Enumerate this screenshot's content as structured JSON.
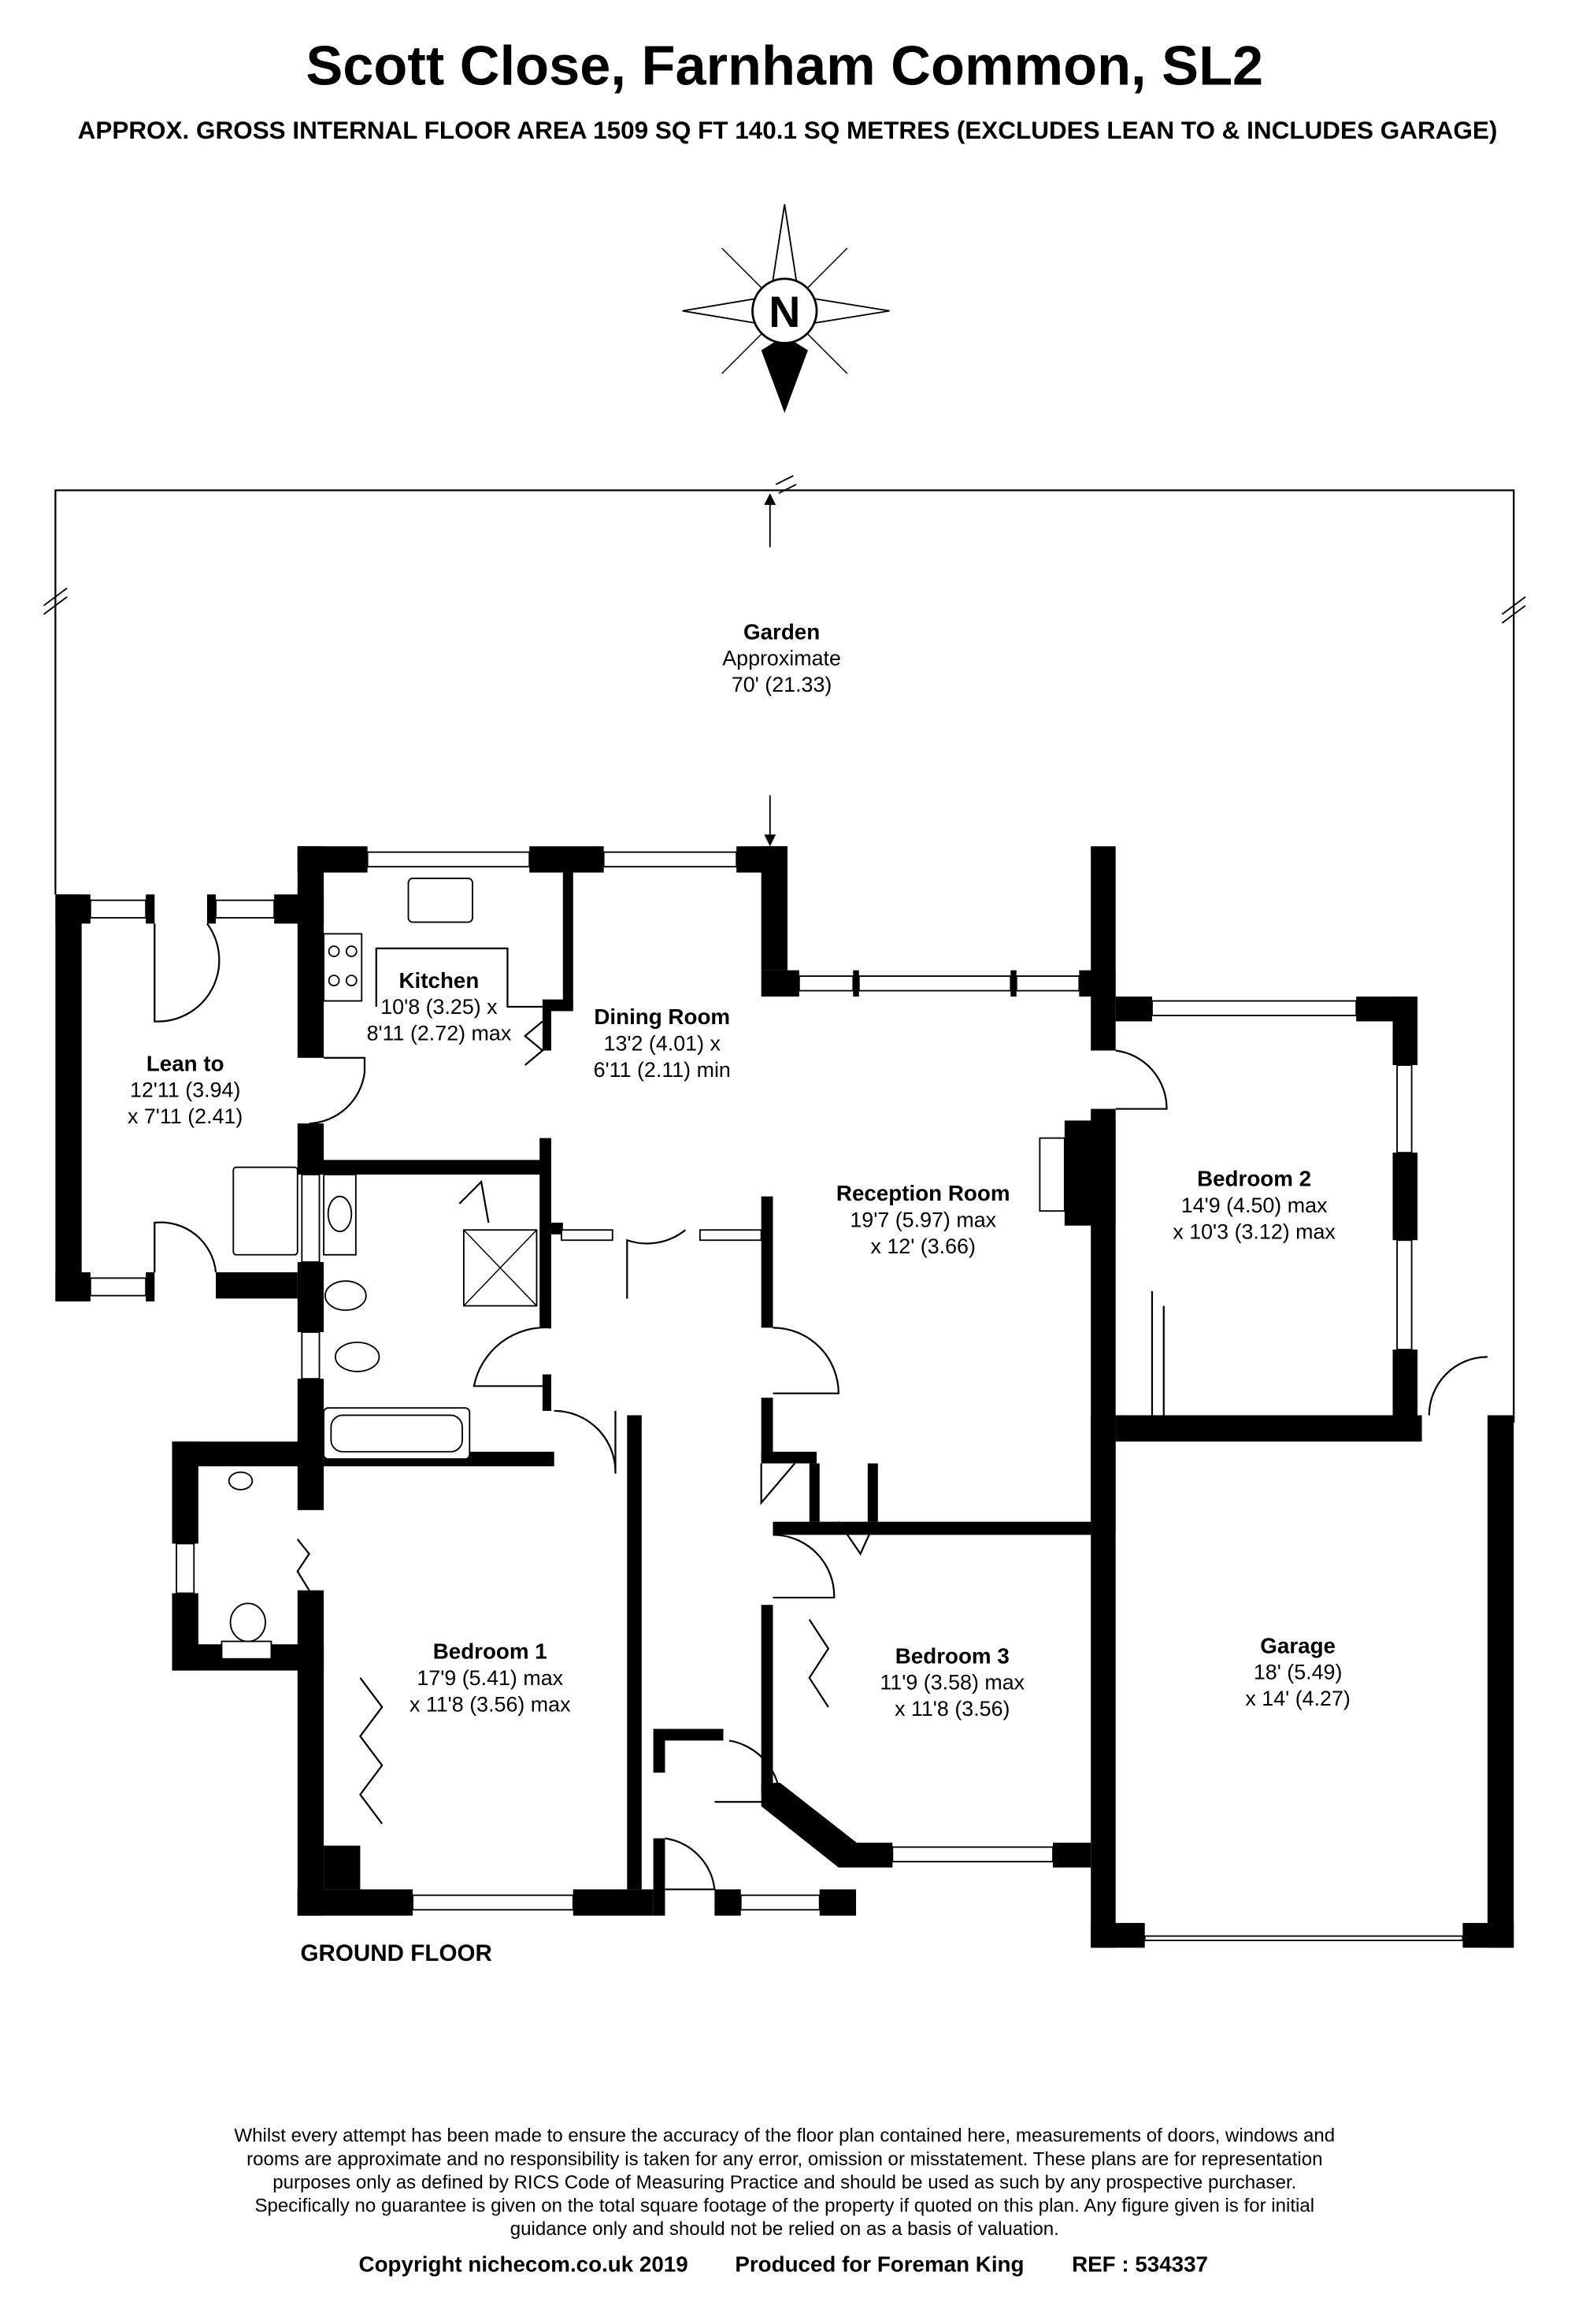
{
  "header": {
    "title": "Scott Close, Farnham Common, SL2",
    "subtitle": "APPROX. GROSS INTERNAL FLOOR AREA 1509 SQ FT 140.1 SQ METRES (EXCLUDES LEAN TO & INCLUDES GARAGE)"
  },
  "compass": {
    "label": "N"
  },
  "garden": {
    "name": "Garden",
    "line1": "Approximate",
    "line2": "70' (21.33)"
  },
  "rooms": {
    "lean_to": {
      "name": "Lean to",
      "dim1": "12'11 (3.94)",
      "dim2": "x 7'11 (2.41)"
    },
    "kitchen": {
      "name": "Kitchen",
      "dim1": "10'8 (3.25) x",
      "dim2": "8'11 (2.72) max"
    },
    "dining": {
      "name": "Dining Room",
      "dim1": "13'2 (4.01) x",
      "dim2": "6'11 (2.11) min"
    },
    "reception": {
      "name": "Reception Room",
      "dim1": "19'7 (5.97) max",
      "dim2": "x 12' (3.66)"
    },
    "bedroom2": {
      "name": "Bedroom 2",
      "dim1": "14'9 (4.50) max",
      "dim2": "x 10'3 (3.12) max"
    },
    "bedroom1": {
      "name": "Bedroom 1",
      "dim1": "17'9 (5.41) max",
      "dim2": "x 11'8 (3.56) max"
    },
    "bedroom3": {
      "name": "Bedroom 3",
      "dim1": "11'9 (3.58) max",
      "dim2": "x 11'8 (3.56)"
    },
    "garage": {
      "name": "Garage",
      "dim1": "18' (5.49)",
      "dim2": "x 14' (4.27)"
    }
  },
  "floor_label": "GROUND FLOOR",
  "footer": {
    "disclaimer": [
      "Whilst every attempt has been made to ensure the accuracy of the floor plan contained here, measurements of doors, windows and",
      "rooms are approximate and no responsibility is taken for any error, omission or misstatement. These plans are for representation",
      "purposes only as defined by RICS Code of Measuring Practice and should be used as such by any prospective purchaser.",
      "Specifically no guarantee is given on the total square footage of the property if quoted on this plan. Any figure given is for initial",
      "guidance only and should not be relied on as a basis of valuation."
    ],
    "copyright": "Copyright nichecom.co.uk 2019",
    "produced_for": "Produced for Foreman King",
    "ref": "REF : 534337"
  }
}
